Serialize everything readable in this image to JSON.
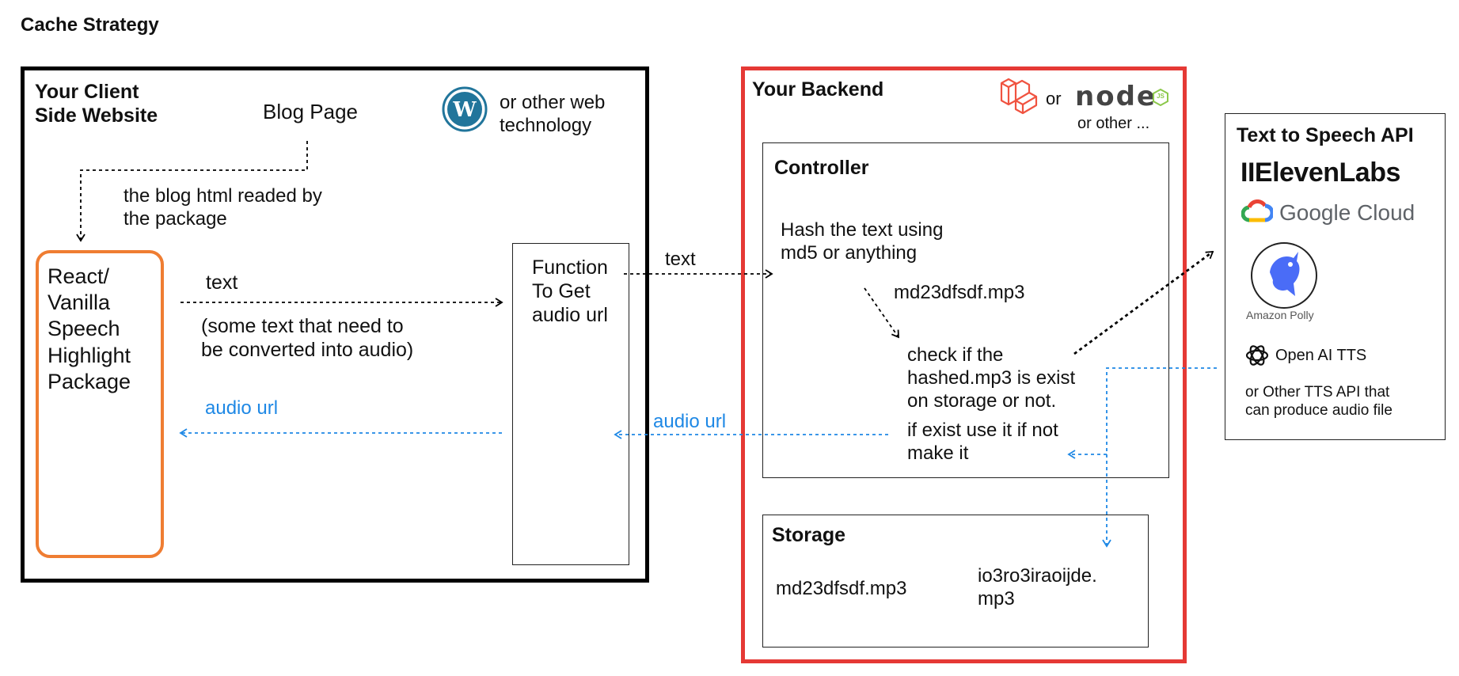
{
  "title": "Cache Strategy",
  "colors": {
    "client_border": "#000000",
    "backend_border": "#e53935",
    "package_border": "#ef7d32",
    "blue_flow": "#1e88e5",
    "wordpress": "#21759b",
    "laravel": "#f05340",
    "node": "#444444",
    "node_js": "#8cc84b"
  },
  "client": {
    "title": "Your Client\nSide Website",
    "blog_page": "Blog Page",
    "tech_label": "or other web\ntechnology",
    "tech_icon": "wordpress-icon",
    "readed_note": "the blog html readed by\nthe package",
    "package_label": "React/\nVanilla\nSpeech\nHighlight\nPackage",
    "text_label": "text",
    "text_desc": "(some text that  need to\nbe converted into audio)",
    "audio_url_label": "audio url",
    "function_label": "Function\nTo Get\naudio url"
  },
  "between": {
    "text_label": "text",
    "audio_url_label": "audio url"
  },
  "backend": {
    "title": "Your Backend",
    "or_label": "or",
    "or_other": "or other ...",
    "laravel_icon": "laravel-icon",
    "node_icon": "nodejs-logo",
    "node_wordmark": "node",
    "node_js_badge": "JS",
    "controller": {
      "title": "Controller",
      "hash_text": "Hash the text using\nmd5 or anything",
      "hashed_file": "md23dfsdf.mp3",
      "check_text": "check if the\nhashed.mp3 is exist\non storage or not.",
      "exist_text": "if exist use it if not\nmake it"
    },
    "storage": {
      "title": "Storage",
      "file1": "md23dfsdf.mp3",
      "file2": "io3ro3iraoijde.\nmp3"
    }
  },
  "tts": {
    "title": "Text to Speech API",
    "elevenlabs": "IIElevenLabs",
    "google_cloud": "Google Cloud",
    "amazon_polly": "Amazon Polly",
    "openai": "Open AI TTS",
    "other": "or Other TTS API that\ncan produce audio file"
  }
}
